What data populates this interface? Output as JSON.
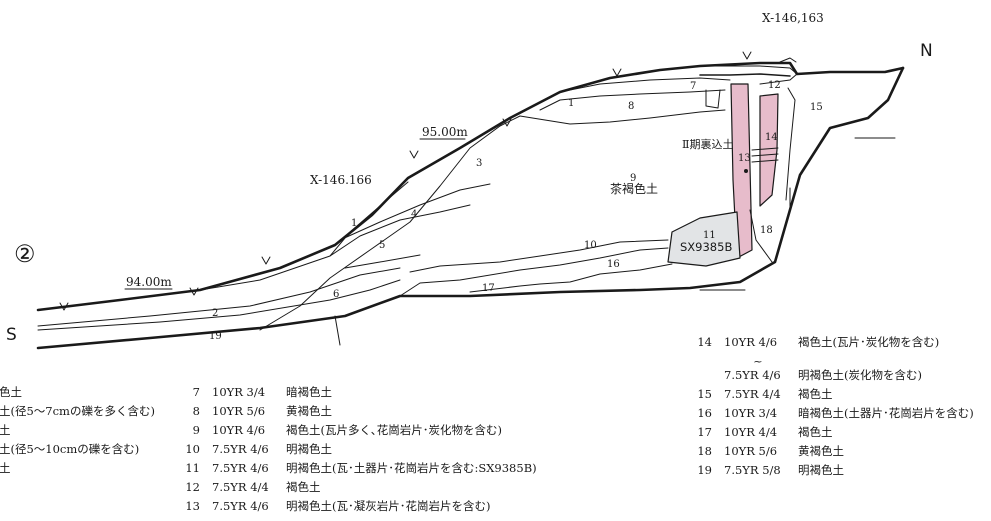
{
  "labels": {
    "north": "N",
    "south": "S",
    "section_no": "②",
    "coord_top": "X-146,163",
    "coord_mid": "X-146.166",
    "elev_95": "95.00m",
    "elev_94": "94.00m",
    "fill_label": "Ⅱ期裏込土",
    "layer9_name": "茶褐色土",
    "sx_label": "SX9385B"
  },
  "layer_numbers": [
    "1",
    "1",
    "2",
    "3",
    "4",
    "5",
    "6",
    "7",
    "8",
    "9",
    "10",
    "11",
    "12",
    "13",
    "14",
    "15",
    "16",
    "17",
    "18",
    "19"
  ],
  "colors": {
    "ink": "#1a1a1a",
    "fill_pink": "#e7bccb",
    "fill_gray": "#e2e4e6"
  },
  "legend_left": [
    {
      "text": "色土"
    },
    {
      "text": "土(径5～7cmの礫を多く含む)"
    },
    {
      "text": "土"
    },
    {
      "text": "土(径5～10cmの礫を含む)"
    },
    {
      "text": "土"
    }
  ],
  "legend_mid": [
    {
      "no": "7",
      "code": "10YR 3/4",
      "desc": "暗褐色土"
    },
    {
      "no": "8",
      "code": "10YR 5/6",
      "desc": "黄褐色土"
    },
    {
      "no": "9",
      "code": "10YR 4/6",
      "desc": "褐色土(瓦片多く､花崗岩片･炭化物を含む)"
    },
    {
      "no": "10",
      "code": "7.5YR 4/6",
      "desc": "明褐色土"
    },
    {
      "no": "11",
      "code": "7.5YR 4/6",
      "desc": "明褐色土(瓦･土器片･花崗岩片を含む:SX9385B)"
    },
    {
      "no": "12",
      "code": "7.5YR 4/4",
      "desc": "褐色土"
    },
    {
      "no": "13",
      "code": "7.5YR 4/6",
      "desc": "明褐色土(瓦･凝灰岩片･花崗岩片を含む)"
    }
  ],
  "legend_right": [
    {
      "no": "14",
      "code": "10YR 4/6",
      "desc": "褐色土(瓦片･炭化物を含む)"
    },
    {
      "no": "",
      "code": "~",
      "desc": ""
    },
    {
      "no": "",
      "code": "7.5YR 4/6",
      "desc": "明褐色土(炭化物を含む)"
    },
    {
      "no": "15",
      "code": "7.5YR 4/4",
      "desc": "褐色土"
    },
    {
      "no": "16",
      "code": "10YR 3/4",
      "desc": "暗褐色土(土器片･花崗岩片を含む)"
    },
    {
      "no": "17",
      "code": "10YR 4/4",
      "desc": "褐色土"
    },
    {
      "no": "18",
      "code": "10YR 5/6",
      "desc": "黄褐色土"
    },
    {
      "no": "19",
      "code": "7.5YR 5/8",
      "desc": "明褐色土"
    }
  ]
}
